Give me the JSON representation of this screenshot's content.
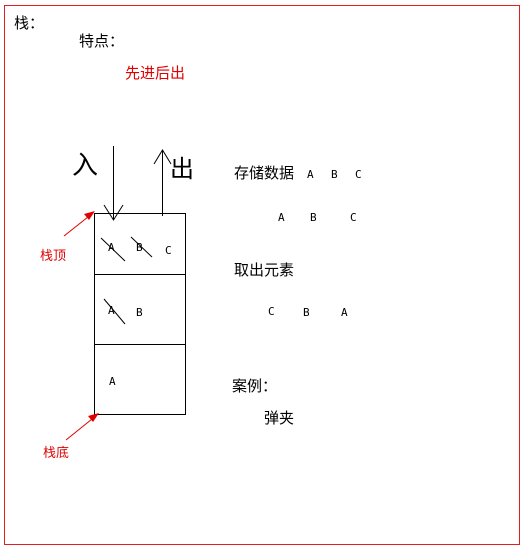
{
  "title": "栈：",
  "feature_label": "特点：",
  "feature_value": "先进后出",
  "in_label": "入",
  "out_label": "出",
  "top_label": "栈顶",
  "bottom_label": "栈底",
  "stack_cells": [
    [
      "A",
      "B",
      "C"
    ],
    [
      "A",
      "B"
    ],
    [
      "A"
    ]
  ],
  "store_label": "存储数据",
  "store_letters": [
    "A",
    "B",
    "C"
  ],
  "store_letters2": [
    "A",
    "B",
    "C"
  ],
  "remove_label": "取出元素",
  "remove_letters": [
    "C",
    "B",
    "A"
  ],
  "case_label": "案例：",
  "case_value": "弹夹",
  "colors": {
    "accent": "#e00000",
    "frame": "#e02020"
  }
}
